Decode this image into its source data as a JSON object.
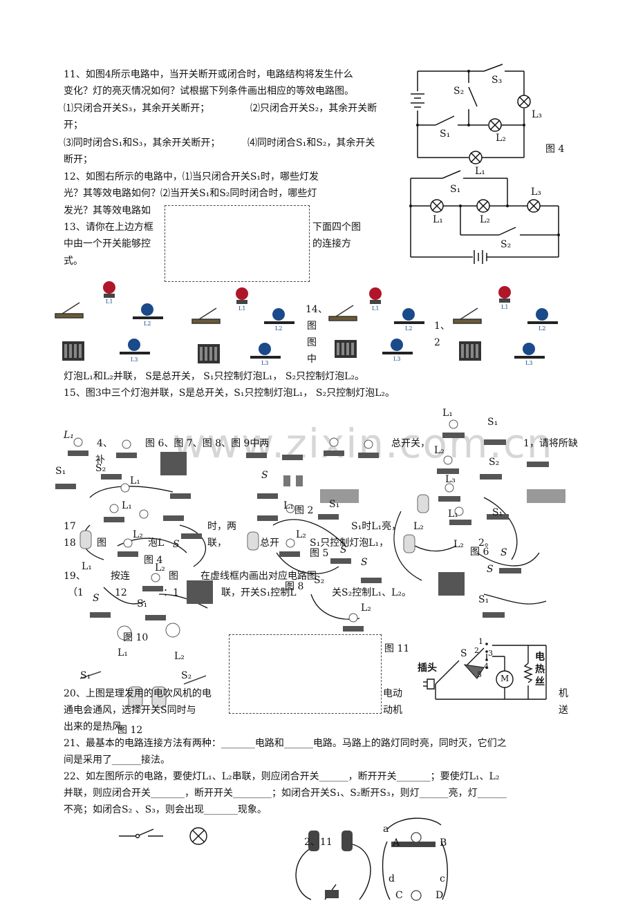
{
  "watermark": "www.zixin.com.cn",
  "q11": {
    "line1": "11、如图4所示电路中，当开关断开或闭合时，电路结构将发生什么",
    "line2": "变化？灯的亮灭情况如何？试根据下列条件画出相应的等效电路图。",
    "line3a": "⑴只闭合开关S₃，其余开关断开；",
    "line3b": "⑵只闭合开关S₂，其余开关断",
    "line4": "开；",
    "line5a": "⑶同时闭合S₁和S₃，其余开关断开；",
    "line5b": "⑷同时闭合S₁和S₂，其余开关",
    "line6": "断开；"
  },
  "q12": {
    "line1": "12、如图右所示的电路中，⑴当只闭合开关S₁时，哪些灯发",
    "line2": "光？其等效电路如何？⑵当开关S₁和S₂同时闭合时，哪些灯",
    "line3": "发光？其等效电路如"
  },
  "q13": {
    "line1a": "13、请你在上边方框",
    "line1b": "下面四个图",
    "line2a": "中由一个开关能够控",
    "line2b": "的连接方",
    "line3": "式。"
  },
  "fig4": {
    "caption": "图 4",
    "s1": "S₁",
    "s2": "S₂",
    "s3": "S₃",
    "l2": "L₂",
    "l3": "L₃"
  },
  "fig_right": {
    "l1": "L₁",
    "l1b": "L₁",
    "l2": "L₂",
    "l3": "L₃",
    "s1": "S₁",
    "s2": "S₂"
  },
  "q14": {
    "num": "14、",
    "c1": "图",
    "c2": "图",
    "c3": "中",
    "n1": "1、",
    "n2": "2"
  },
  "comp_labels": {
    "l1": "L1",
    "l2": "L2",
    "l3": "L3"
  },
  "q14_tail": "灯泡L₁和L₂并联， S是总开关， S₁只控制灯泡L₁， S₂只控制灯泡L₂。",
  "q15": "15、图3中三个灯泡并联，S是总开关，S₁只控制灯泡L₁， S₂只控制灯泡L₂。",
  "q16_frag": {
    "a": "4、",
    "b": "图 6、图 7、图 8、图 9中两",
    "c": "总开关，",
    "d": "1，请将所缺",
    "e": "补"
  },
  "q17_frag": {
    "a": "17",
    "b": "时，两",
    "c": "S₁时L₁亮，",
    "d": "L₂"
  },
  "q18_frag": {
    "a": "18",
    "b": "图",
    "c": "泡L",
    "d": "联，",
    "e": "总开",
    "f": "S₁只控制灯泡L₁，",
    "g": "2。"
  },
  "q19_frag": {
    "a": "19、",
    "b": "按连",
    "c": "图",
    "d": "在虚线框内画出对应电路图",
    "e": "（1",
    "f": "12",
    "g": "：1",
    "h": "联，开关S₁控制L",
    "i": "关S₂控制L₁、L₂。"
  },
  "fig_labels": {
    "f2": "图 2",
    "f4": "图 4",
    "f5": "图 5",
    "f6": "图 6",
    "f8": "图 8",
    "f10": "图 10",
    "f11": "图 11",
    "f12": "图 12",
    "l1": "L₁",
    "l2": "L₂",
    "l3": "L₃",
    "s": "S",
    "s1": "S₁",
    "s2": "S₂"
  },
  "q20": {
    "a": "20、上图是理发用的电吹风机的电",
    "b": "电动",
    "c": "机",
    "d": "通电会通风，选择开关S同时与",
    "e": "动机",
    "f": "送",
    "g": "出来的是热风"
  },
  "dryer": {
    "plug": "插头",
    "heater1": "电",
    "heater2": "热",
    "heater3": "丝",
    "motor": "M",
    "s": "S",
    "n1": "1",
    "n2": "2",
    "n3": "3",
    "n4": "4",
    "n5": "5"
  },
  "q21": {
    "line1": "21、最基本的电路连接方法有两种：_______电路和______电路。马路上的路灯同时亮，同时灭，它们之",
    "line2": "间是采用了______接法。"
  },
  "q22": {
    "line1": "22、如左图所示的电路，要使灯L₁、L₂串联，则应闭合开关______，断开开关_______；要使灯L₁、L₂",
    "line2": "并联，则应闭合开关_______，断开开关________；如闭合开关S₁、S₂断开S₃，则灯______亮，灯______",
    "line3": "不亮；如闭合S₂ 、S₃，则会出现_______现象。"
  },
  "bottom": {
    "n": "2、11",
    "a": "a",
    "A": "A",
    "B": "B",
    "c": "c",
    "d": "d",
    "C": "C",
    "D": "D"
  }
}
